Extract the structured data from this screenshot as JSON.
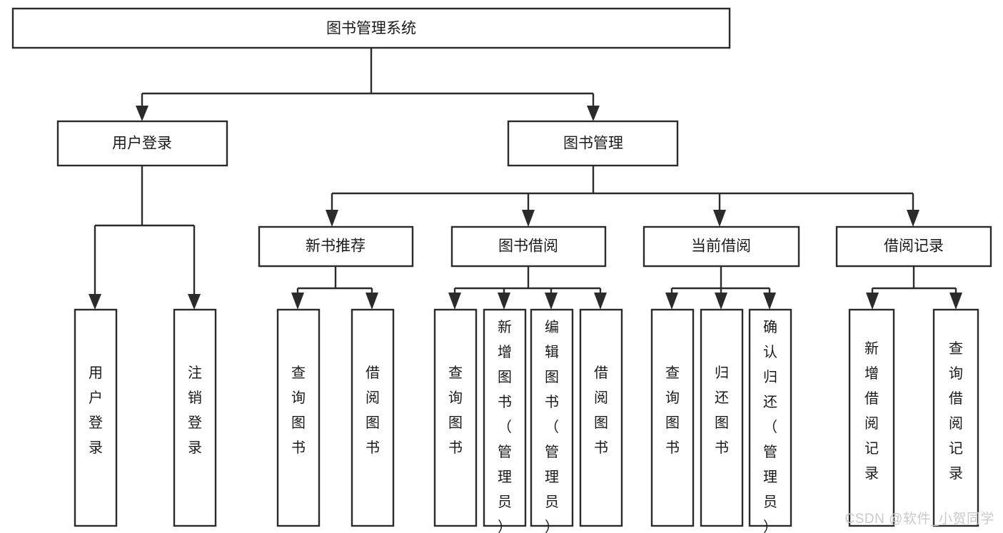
{
  "diagram": {
    "type": "tree",
    "title": "图书管理系统",
    "colors": {
      "box_fill": "#ffffff",
      "box_stroke": "#2b2b2b",
      "text": "#1a1a1a",
      "watermark": "#c9c9c9",
      "background": "#ffffff"
    },
    "root": {
      "label": "图书管理系统"
    },
    "level2": [
      {
        "label": "用户登录"
      },
      {
        "label": "图书管理"
      }
    ],
    "level3": [
      {
        "label": "新书推荐"
      },
      {
        "label": "图书借阅"
      },
      {
        "label": "当前借阅"
      },
      {
        "label": "借阅记录"
      }
    ],
    "leaves_user_login": [
      {
        "label": "用户登录"
      },
      {
        "label": "注销登录"
      }
    ],
    "leaves_new_books": [
      {
        "label": "查询图书"
      },
      {
        "label": "借阅图书"
      }
    ],
    "leaves_book_borrow": [
      {
        "label": "查询图书"
      },
      {
        "label": "新增图书（管理员）"
      },
      {
        "label": "编辑图书（管理员）"
      },
      {
        "label": "借阅图书"
      }
    ],
    "leaves_current_borrow": [
      {
        "label": "查询图书"
      },
      {
        "label": "归还图书"
      },
      {
        "label": "确认归还（管理员）"
      }
    ],
    "leaves_borrow_records": [
      {
        "label": "新增借阅记录"
      },
      {
        "label": "查询借阅记录"
      }
    ]
  },
  "watermark": {
    "text": "CSDN @软件_小贺同学"
  }
}
